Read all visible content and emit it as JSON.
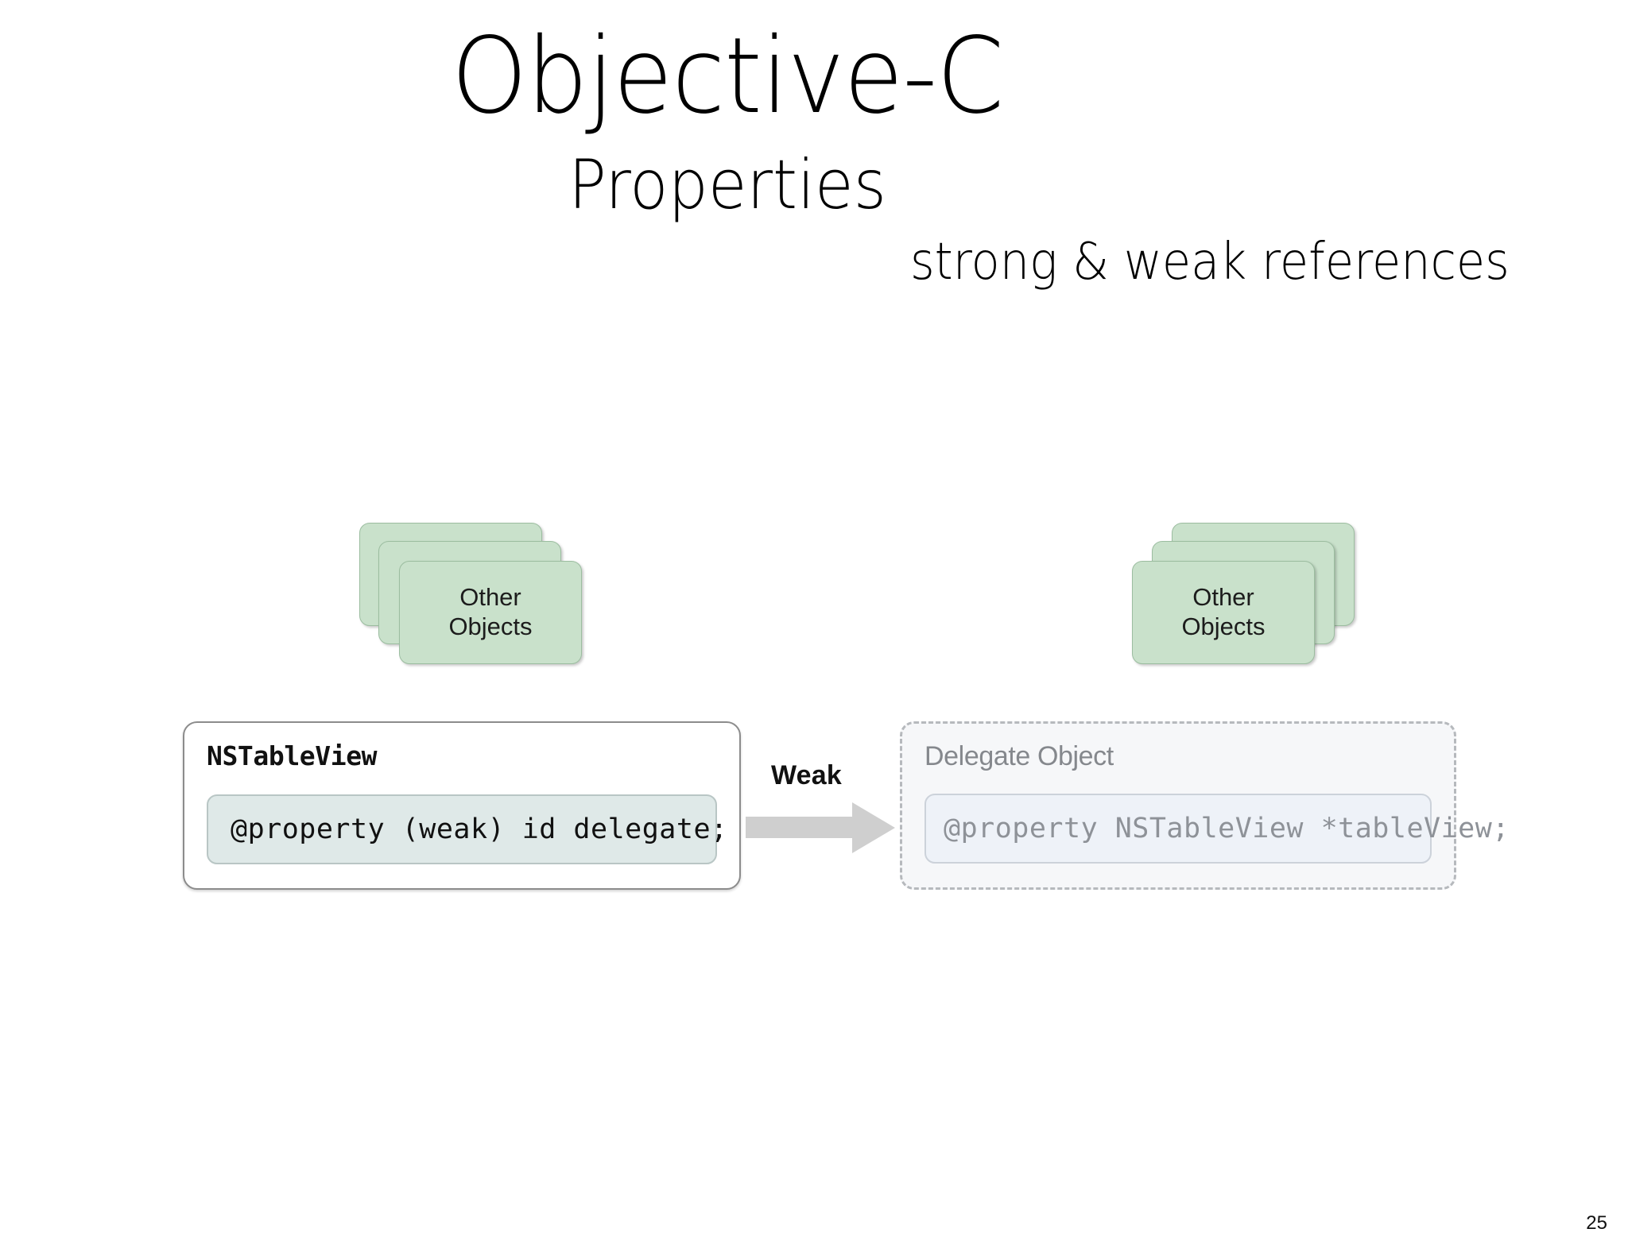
{
  "slide": {
    "title": "Objective-C",
    "subtitle": "Properties",
    "tagline": "strong & weak references",
    "page_number": "25"
  },
  "diagram": {
    "stacks": [
      {
        "id": "left",
        "label_line1": "Other",
        "label_line2": "Objects",
        "card_count": 3
      },
      {
        "id": "right",
        "label_line1": "Other",
        "label_line2": "Objects",
        "card_count": 3
      }
    ],
    "boxes": [
      {
        "id": "tableview",
        "title": "NSTableView",
        "code": "@property (weak) id delegate;",
        "border_style": "solid",
        "fill": "#ffffff",
        "code_fill": "#dfe9e8"
      },
      {
        "id": "delegate",
        "title": "Delegate Object",
        "code": "@property NSTableView *tableView;",
        "border_style": "dashed",
        "fill": "#f6f7f9",
        "code_fill": "#eef2f8"
      }
    ],
    "arrow": {
      "label": "Weak",
      "direction": "right",
      "color": "#cfcfcf"
    }
  },
  "colors": {
    "object_card_fill": "#c9e1cb",
    "object_card_border": "#9cbda0",
    "box_border": "#8c8c8c",
    "ghost_border": "#b6b9bd",
    "ghost_text": "#8e9298",
    "background": "#ffffff"
  }
}
